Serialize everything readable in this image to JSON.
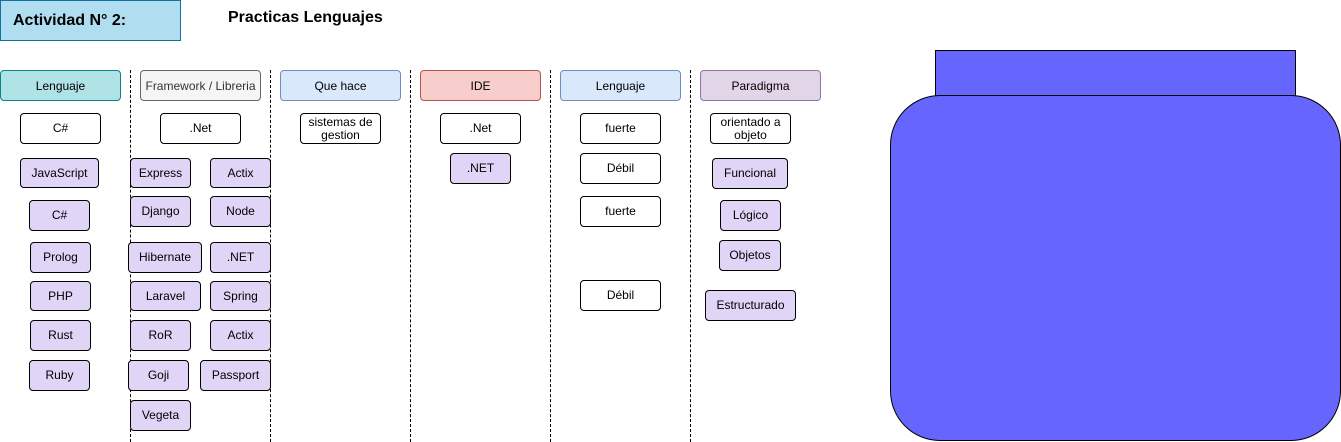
{
  "activity": {
    "title": "Actividad N° 2:",
    "heading": "Practicas Lenguajes"
  },
  "columns": {
    "lenguaje": {
      "header": "Lenguaje",
      "items": [
        "C#",
        "JavaScript",
        "C#",
        "Prolog",
        "PHP",
        "Rust",
        "Ruby"
      ]
    },
    "framework": {
      "header": "Framework / Libreria",
      "items": [
        ".Net",
        "Express",
        "Actix",
        "Django",
        "Node",
        "Hibernate",
        ".NET",
        "Laravel",
        "Spring",
        "RoR",
        "Actix",
        "Goji",
        "Passport",
        "Vegeta"
      ]
    },
    "que_hace": {
      "header": "Que hace",
      "items": [
        "sistemas de gestion"
      ]
    },
    "ide": {
      "header": "IDE",
      "items": [
        ".Net",
        ".NET"
      ]
    },
    "tipado": {
      "header": "Lenguaje",
      "items": [
        "fuerte",
        "Débil",
        "fuerte",
        "Débil"
      ]
    },
    "paradigma": {
      "header": "Paradigma",
      "items": [
        "orientado a objeto",
        "Funcional",
        "Lógico",
        "Objetos",
        "Estructurado"
      ]
    }
  },
  "colors": {
    "title_fill": "#b1ddf0",
    "header_lenguaje": "#b0e3e6",
    "header_framework": "#f5f5f5",
    "header_que_hace": "#dae8fc",
    "header_ide": "#f8cecc",
    "header_tipado": "#dae8fc",
    "header_paradigma": "#e1d5e7",
    "node_purple": "#e1d5f7",
    "jar": "#6666ff"
  }
}
